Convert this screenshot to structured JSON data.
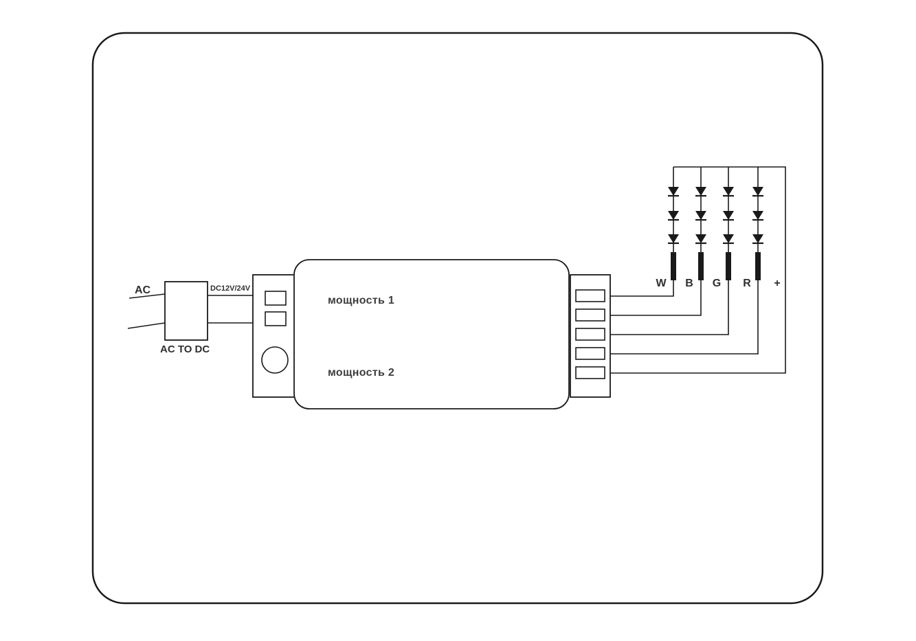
{
  "diagram": {
    "labels": {
      "ac": "AC",
      "ac_to_dc": "AC TO DC",
      "dc_voltage": "DC12V/24V",
      "power1": "мощность 1",
      "power2": "мощность 2"
    },
    "channels": [
      "W",
      "B",
      "G",
      "R",
      "+"
    ],
    "colors": {
      "line": "#1a1a1a",
      "text": "#3d3d3d",
      "background": "#ffffff"
    }
  }
}
